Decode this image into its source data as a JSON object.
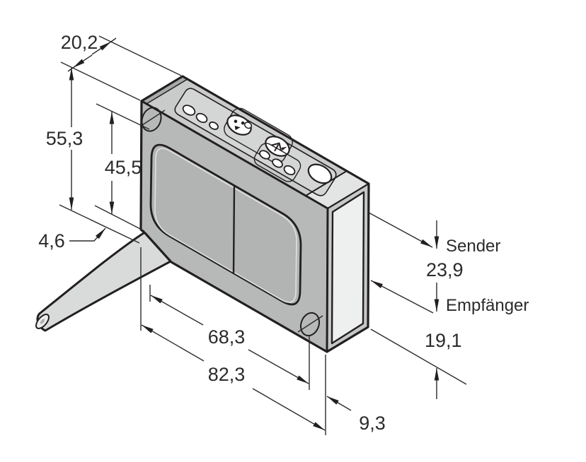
{
  "drawing": {
    "type": "technical-dimension-drawing",
    "unit_style": "mm (comma decimals)",
    "dimensions": {
      "top_depth": "20,2",
      "total_height": "55,3",
      "window_height": "45,5",
      "cable_offset": "4,6",
      "mounting_hole_spacing": "68,3",
      "total_width": "82,3",
      "hole_to_edge": "9,3",
      "optical_axis_spacing": "23,9",
      "receiver_axis_to_bottom": "19,1"
    },
    "labels": {
      "transmitter": "Sender",
      "receiver": "Empfänger"
    },
    "colors": {
      "line": "#231f20",
      "text": "#2b2b2b",
      "face_front": "#b7b9b8",
      "face_top": "#c9cbca",
      "face_side": "#c6c8c7",
      "bevel": "#e3e5e4",
      "panel": "#d4d6d5",
      "window_front": "#b2b4b3",
      "window_optical": "#eef0ef",
      "end_cap_dark": "#a8aaa9",
      "cable": "#d9dbda",
      "cable_end": "#eceeed",
      "white": "#ffffff",
      "background": "#ffffff"
    }
  }
}
